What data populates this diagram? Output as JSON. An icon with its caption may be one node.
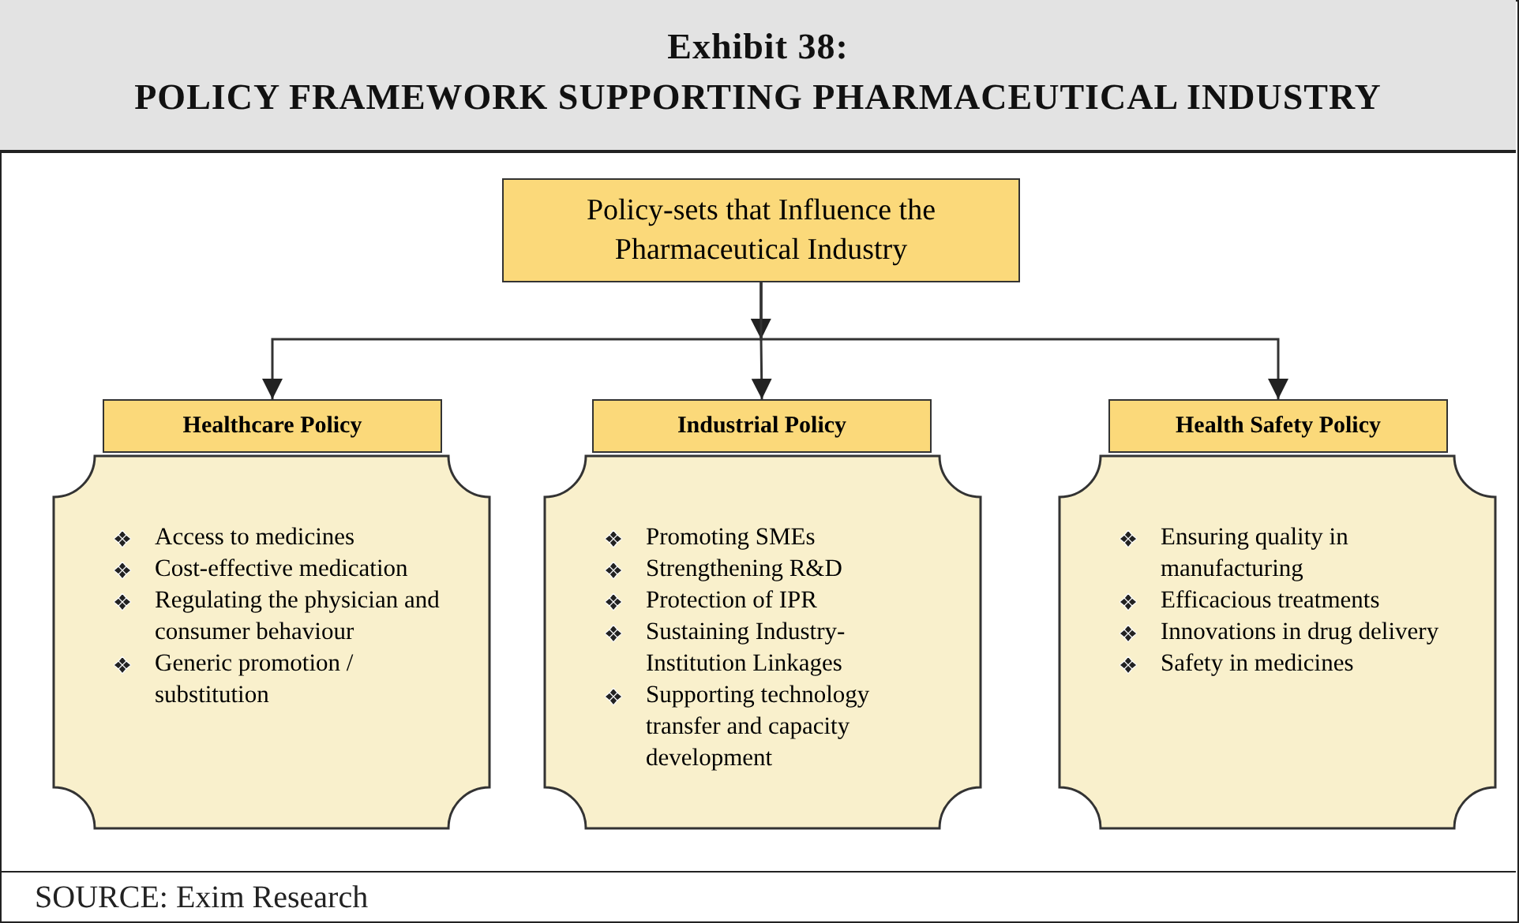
{
  "diagram": {
    "title": "Exhibit 38: POLICY FRAMEWORK SUPPORTING PHARMACEUTICAL INDUSTRY",
    "caption": "SOURCE: Exim Research",
    "nodes": [
      {
        "text": [
          "Policy-sets that Influence the Pharmaceutical Industry"
        ]
      },
      {
        "text": [
          "Healthcare Policy"
        ]
      },
      {
        "text": [
          "Access to medicines",
          "Cost-effective medication",
          "Regulating the physician and consumer behaviour",
          "Generic promotion / substitution"
        ]
      },
      {
        "text": [
          "Industrial Policy"
        ]
      },
      {
        "text": [
          "Promoting SMEs",
          "Strengthening R&D",
          "Protection of IPR",
          "Sustaining Industry-Institution Linkages",
          "Supporting technology transfer and capacity development"
        ]
      },
      {
        "text": [
          "Health Safety Policy"
        ]
      },
      {
        "text": [
          "Ensuring quality in manufacturing",
          "Efficacious treatments",
          "Innovations in drug delivery",
          "Safety in medicines"
        ]
      }
    ],
    "edges": [
      {
        "from": 0,
        "to": 1,
        "arrow": "to"
      },
      {
        "from": 0,
        "to": 3,
        "arrow": "to"
      },
      {
        "from": 0,
        "to": 5,
        "arrow": "to"
      }
    ]
  }
}
